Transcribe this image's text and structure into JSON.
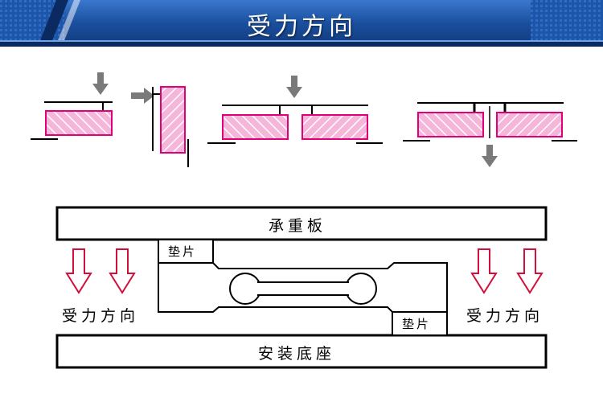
{
  "header": {
    "title": "受力方向"
  },
  "diagram": {
    "plate_label": "承重板",
    "base_label": "安装底座",
    "pad_label": "垫片",
    "force_label": "受力方向"
  },
  "colors": {
    "header_blue": "#1a4f9e",
    "header_stripe": "#0a2a60",
    "hatch_pink": "#e0007a",
    "arrow_gray": "#7a7a7a",
    "force_arrow_red": "#d0103a"
  },
  "icons": [
    "down-arrow-icon",
    "right-arrow-icon",
    "force-arrow-icon"
  ]
}
